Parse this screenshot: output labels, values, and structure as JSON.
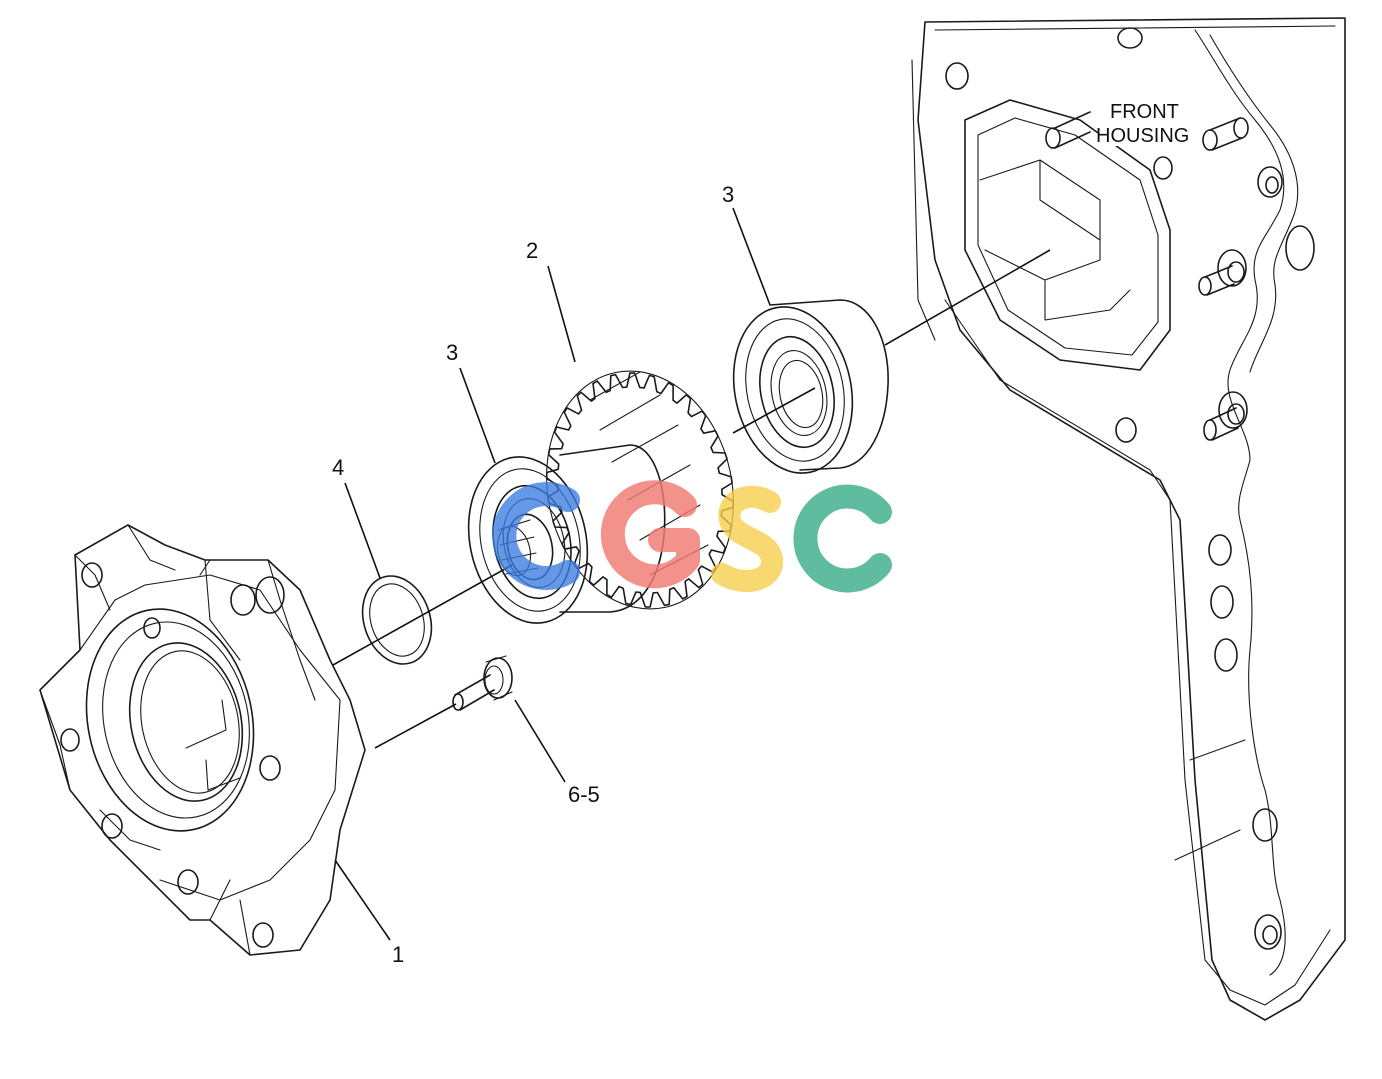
{
  "callouts": {
    "part_1": "1",
    "part_2": "2",
    "part_3_left": "3",
    "part_3_right": "3",
    "part_4": "4",
    "part_6_5": "6-5"
  },
  "front_housing": {
    "line1": "FRONT",
    "line2": "HOUSING"
  },
  "watermark": {
    "text": "CGSC",
    "colors": [
      "#3b7be0",
      "#f07b72",
      "#f4cc4a",
      "#3fae8a"
    ]
  }
}
